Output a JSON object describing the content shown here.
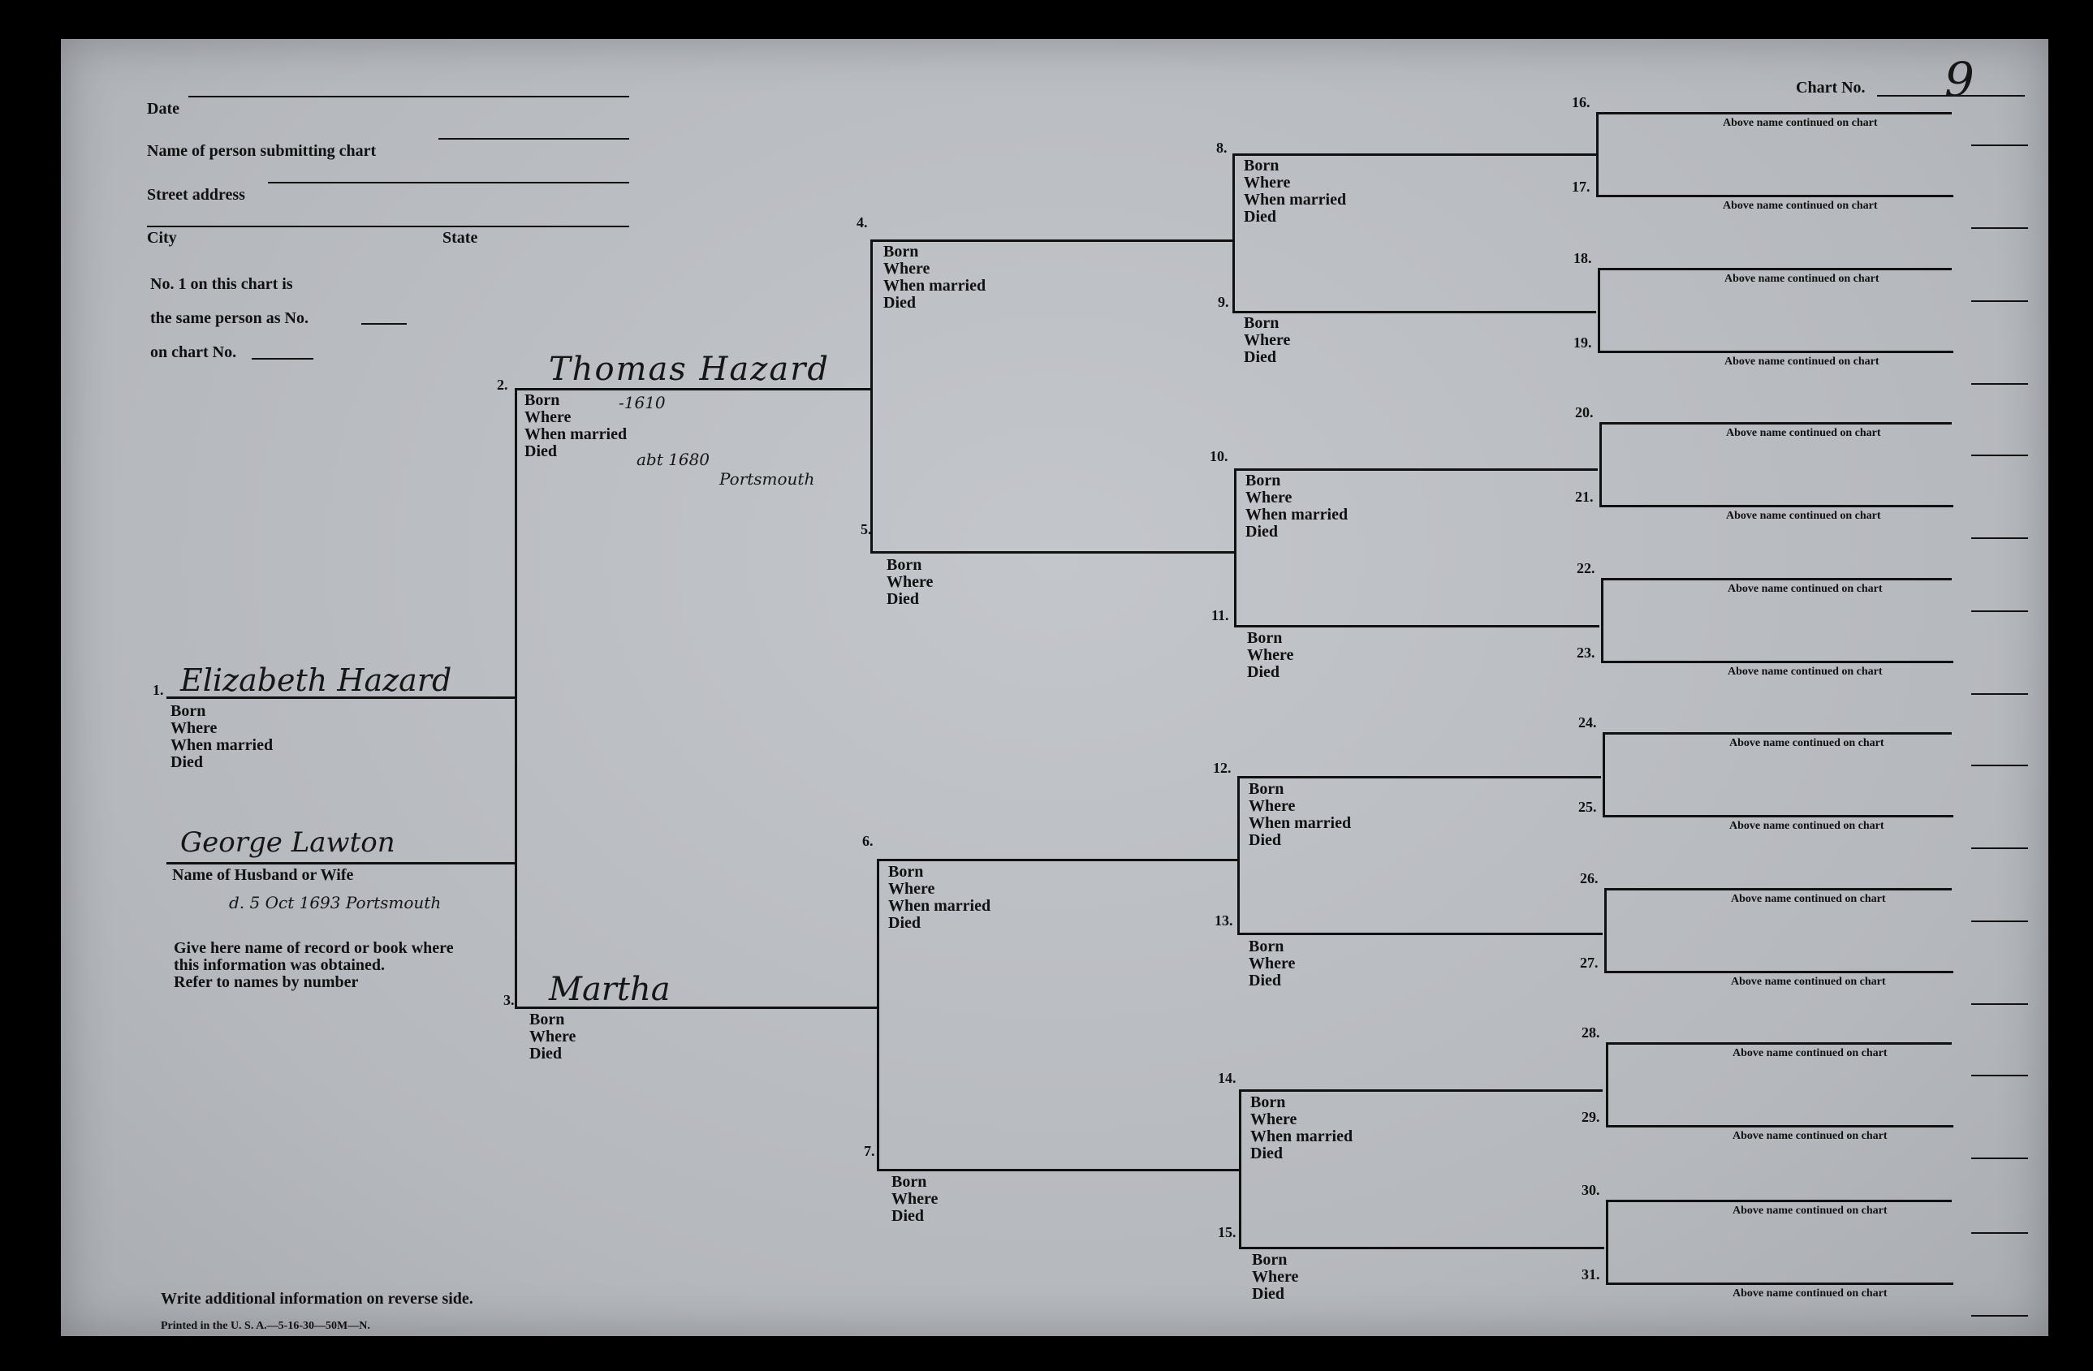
{
  "header": {
    "date_label": "Date",
    "submitter_label": "Name of person submitting chart",
    "street_label": "Street address",
    "city_label": "City",
    "state_label": "State",
    "same_person_line1": "No. 1 on this chart is",
    "same_person_line2": "the same person as No.",
    "same_person_line3": "on chart No.",
    "chart_no_label": "Chart No.",
    "chart_no_value": "9"
  },
  "labels": {
    "born": "Born",
    "where": "Where",
    "when_married": "When married",
    "died": "Died",
    "continued": "Above name continued on chart",
    "spouse_label": "Name of Husband or Wife",
    "record_source": [
      "Give here name of record or book where",
      "this information was obtained.",
      "Refer to names by number"
    ],
    "footer_note": "Write additional information on reverse side.",
    "printed": "Printed in the U. S. A.—5-16-30—50M—N."
  },
  "persons": {
    "p1": {
      "number": "1.",
      "name": "Elizabeth Hazard"
    },
    "p2": {
      "number": "2.",
      "name": "Thomas Hazard",
      "born": "-1610",
      "died": "abt 1680",
      "died_place": "Portsmouth"
    },
    "p3": {
      "number": "3.",
      "name": "Martha"
    },
    "spouse": {
      "name": "George Lawton",
      "note": "d. 5 Oct 1693 Portsmouth"
    }
  },
  "numbers": {
    "n4": "4.",
    "n5": "5.",
    "n6": "6.",
    "n7": "7.",
    "n8": "8.",
    "n9": "9.",
    "n10": "10.",
    "n11": "11.",
    "n12": "12.",
    "n13": "13.",
    "n14": "14.",
    "n15": "15.",
    "n16": "16.",
    "n17": "17.",
    "n18": "18.",
    "n19": "19.",
    "n20": "20.",
    "n21": "21.",
    "n22": "22.",
    "n23": "23.",
    "n24": "24.",
    "n25": "25.",
    "n26": "26.",
    "n27": "27.",
    "n28": "28.",
    "n29": "29.",
    "n30": "30.",
    "n31": "31."
  }
}
